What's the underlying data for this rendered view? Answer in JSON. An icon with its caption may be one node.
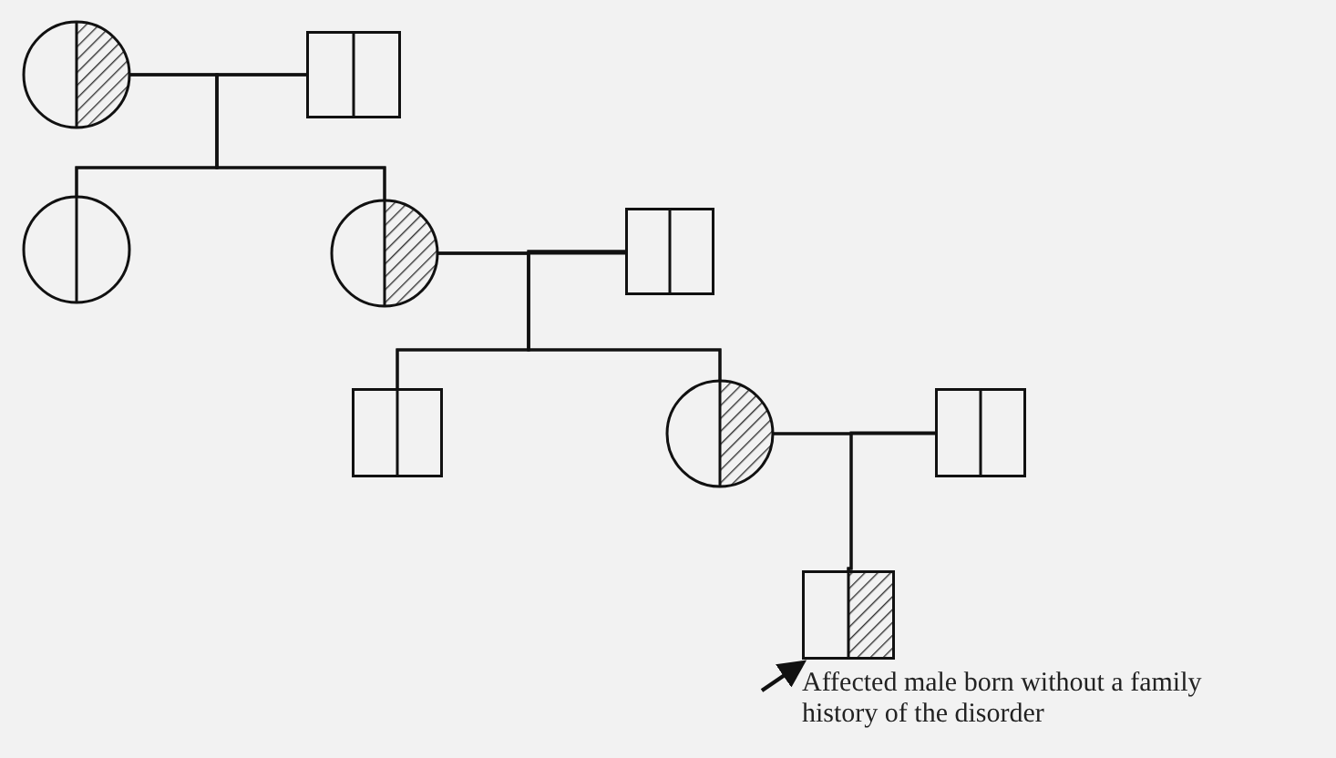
{
  "diagram": {
    "nodes": [
      {
        "text": [],
        "shape": "circle"
      },
      {
        "text": [],
        "shape": "box"
      },
      {
        "text": [],
        "shape": "circle"
      },
      {
        "text": [],
        "shape": "circle"
      },
      {
        "text": [],
        "shape": "box"
      },
      {
        "text": [],
        "shape": "box"
      },
      {
        "text": [],
        "shape": "circle"
      },
      {
        "text": [],
        "shape": "box"
      },
      {
        "text": [],
        "shape": "box"
      },
      {
        "text": [
          "Affected male born without a family history of the disorder"
        ]
      }
    ],
    "edges": [
      {
        "from": 0,
        "to": 1,
        "arrow": "none"
      },
      {
        "from": 0,
        "to": 2,
        "arrow": "none"
      },
      {
        "from": 1,
        "to": 2,
        "arrow": "none"
      },
      {
        "from": 0,
        "to": 3,
        "arrow": "none"
      },
      {
        "from": 1,
        "to": 3,
        "arrow": "none"
      },
      {
        "from": 3,
        "to": 4,
        "arrow": "none"
      },
      {
        "from": 3,
        "to": 5,
        "arrow": "none"
      },
      {
        "from": 4,
        "to": 5,
        "arrow": "none"
      },
      {
        "from": 3,
        "to": 6,
        "arrow": "none"
      },
      {
        "from": 4,
        "to": 6,
        "arrow": "none"
      },
      {
        "from": 6,
        "to": 7,
        "arrow": "none"
      },
      {
        "from": 6,
        "to": 8,
        "arrow": "none"
      },
      {
        "from": 7,
        "to": 8,
        "arrow": "none"
      },
      {
        "from": 9,
        "to": 8,
        "arrow": "to"
      }
    ]
  }
}
